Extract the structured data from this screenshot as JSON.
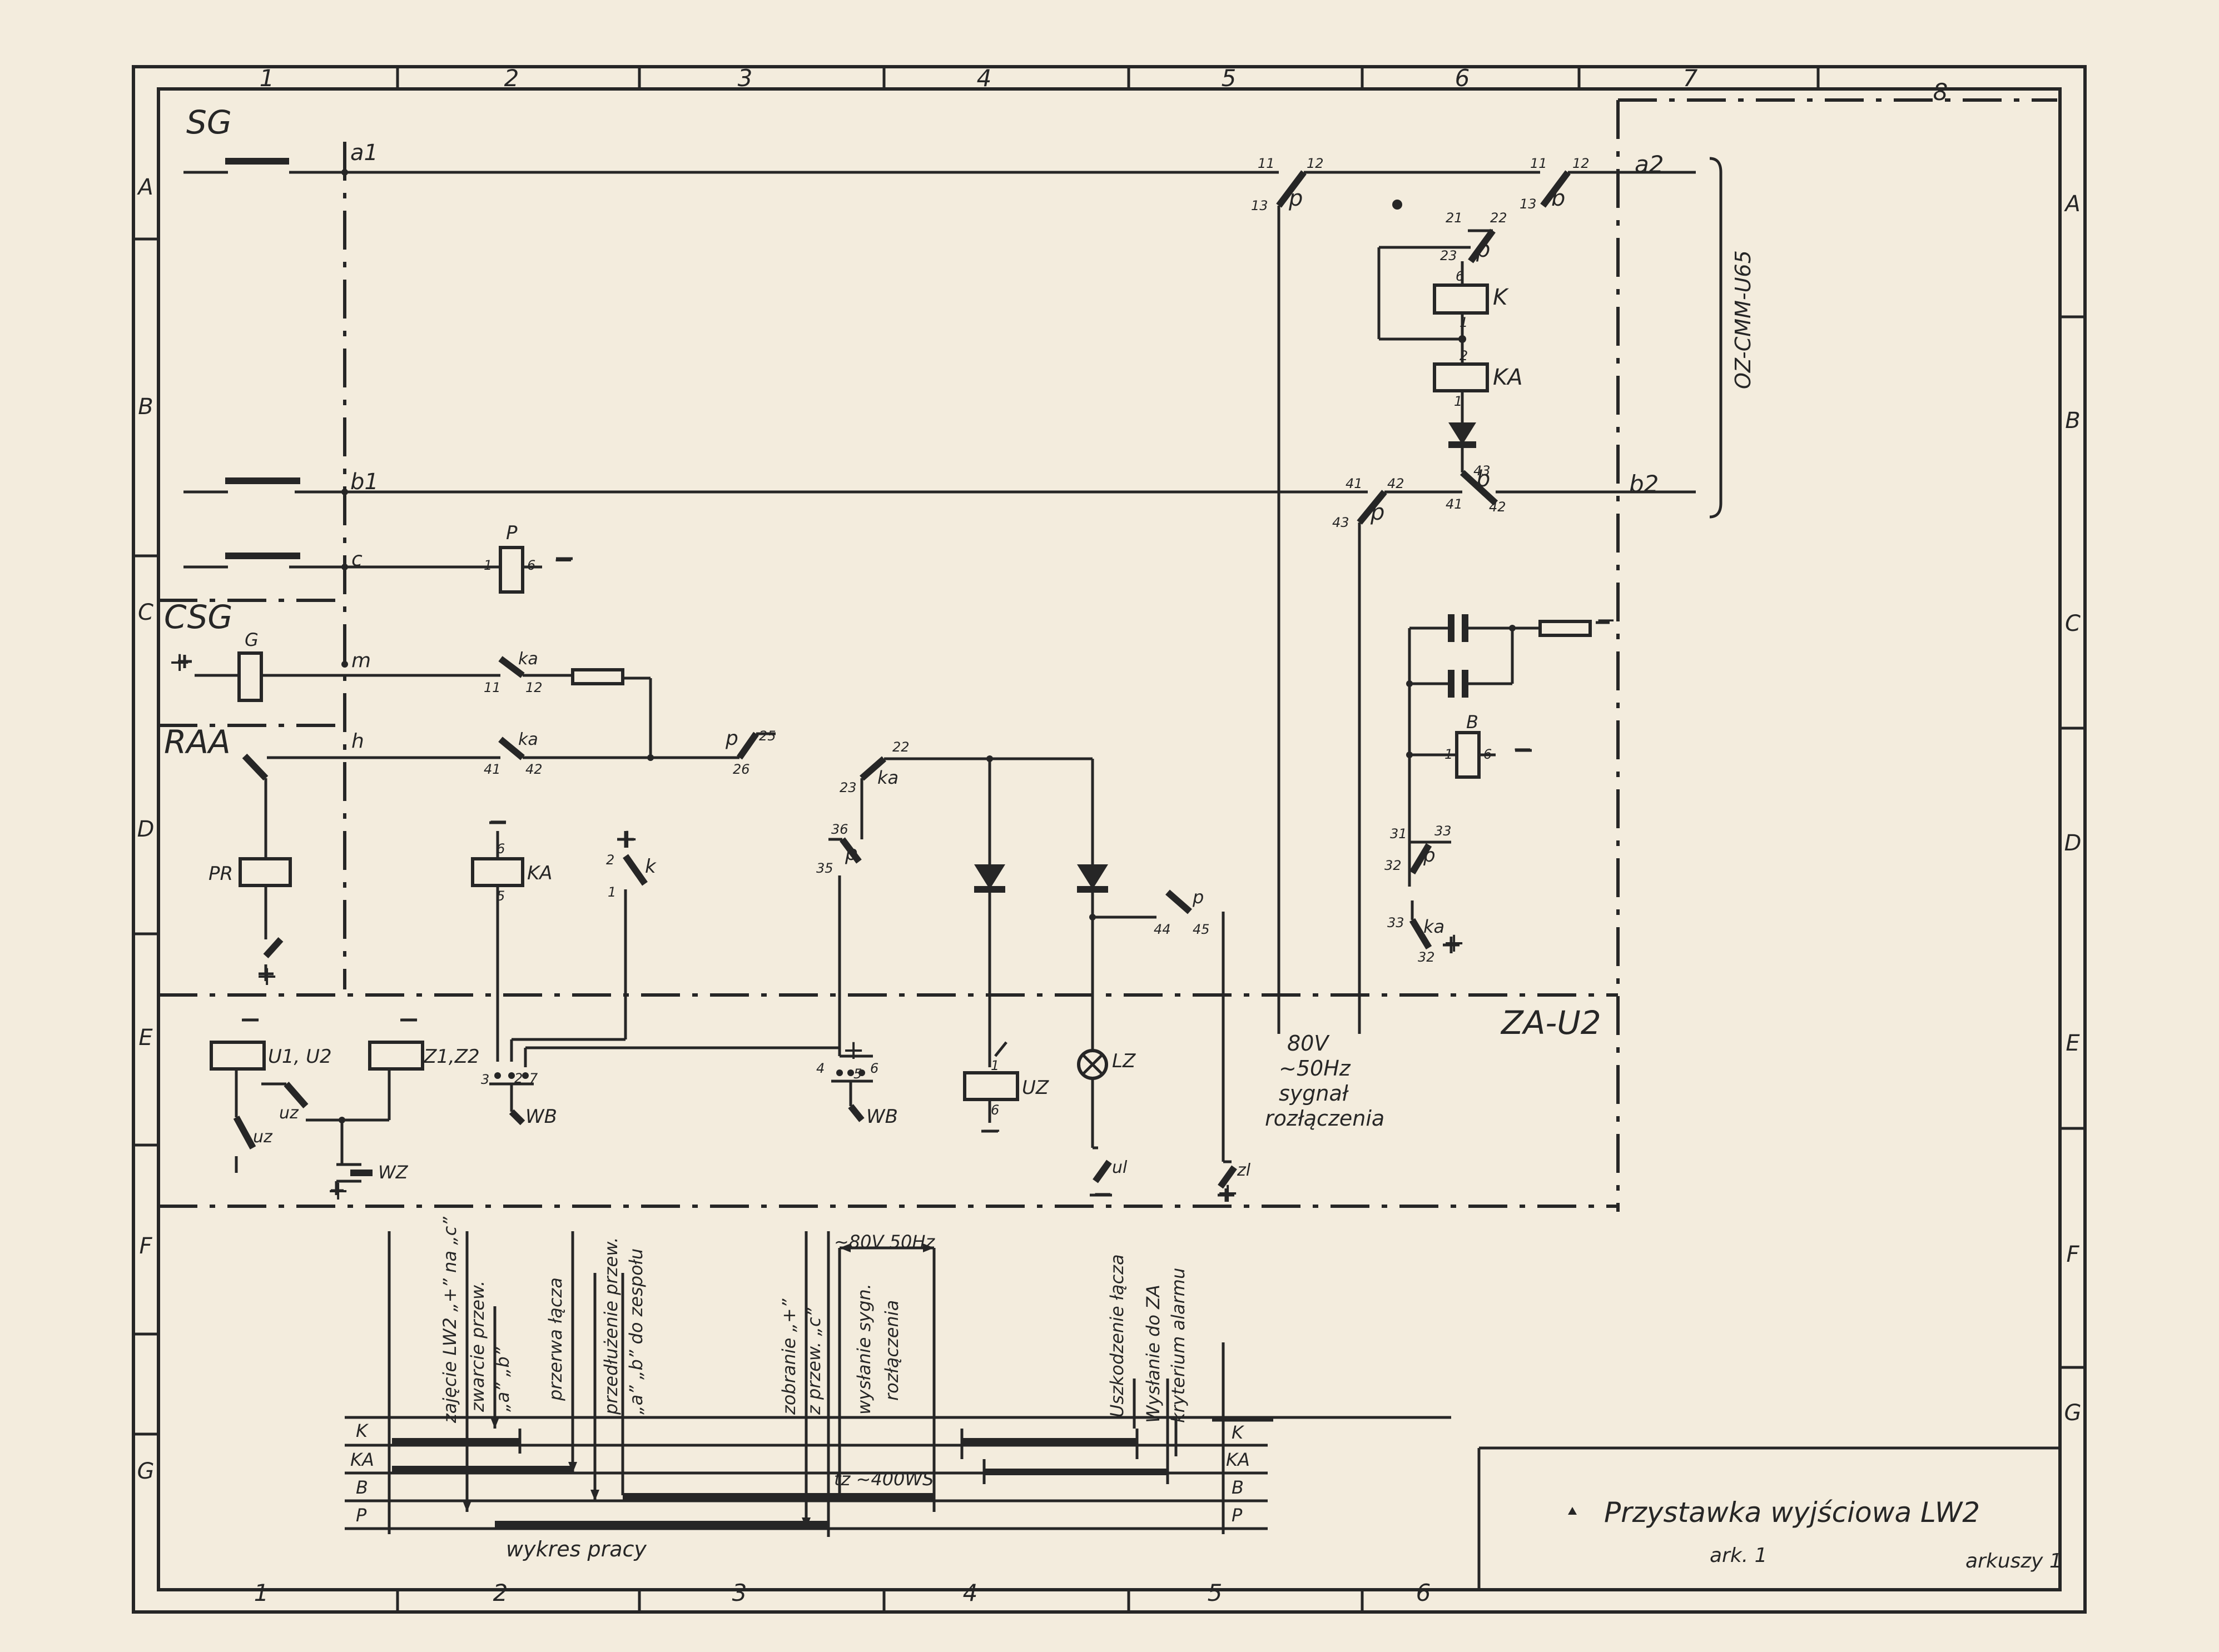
{
  "frame": {
    "columns_top": [
      "1",
      "2",
      "3",
      "4",
      "5",
      "6",
      "7",
      "8"
    ],
    "columns_bottom": [
      "1",
      "2",
      "3",
      "4",
      "5",
      "6"
    ],
    "rows_left": [
      "A",
      "B",
      "C",
      "D",
      "E",
      "F",
      "G"
    ],
    "rows_right": [
      "A",
      "B",
      "C",
      "D",
      "E",
      "F",
      "G"
    ]
  },
  "blocks": {
    "sg": "SG",
    "csg": "CSG",
    "raa": "RAA",
    "za_u2": "ZA-U2",
    "oz": "OZ-CMM-U65"
  },
  "terminals": {
    "a1": "a1",
    "b1": "b1",
    "c": "c",
    "m": "m",
    "h": "h",
    "a2": "a2",
    "b2": "b2"
  },
  "components": {
    "P": "P",
    "G": "G",
    "PR": "PR",
    "KA": "KA",
    "K": "K",
    "B": "B",
    "U1U2": "U1, U2",
    "Z1Z2": "Z1,Z2",
    "UZ": "UZ",
    "LZ": "LZ",
    "WB": "WB",
    "WZ": "WZ",
    "uz": "uz",
    "ul": "ul",
    "zl": "zl"
  },
  "contacts": {
    "p": "p",
    "b": "b",
    "ka": "ka",
    "k": "k",
    "n11": "11",
    "n12": "12",
    "n13": "13",
    "n21": "21",
    "n22": "22",
    "n23": "23",
    "n41": "41",
    "n42": "42",
    "n43": "43",
    "n25": "25",
    "n26": "26",
    "n35": "35",
    "n36": "36",
    "n44": "44",
    "n45": "45",
    "n31": "31",
    "n32": "32",
    "n33": "33",
    "n1": "1",
    "n2": "2",
    "n3": "3",
    "n4": "4",
    "n5": "5",
    "n6": "6",
    "n7": "7"
  },
  "signs": {
    "plus": "+",
    "minus": "−"
  },
  "signal": {
    "line1": "80V",
    "line2": "~50Hz",
    "line3": "sygnał",
    "line4": "rozłączenia"
  },
  "timing": {
    "rows": [
      "K",
      "KA",
      "B",
      "P"
    ],
    "labels": [
      "zajęcie LW2 „+” na „c”",
      "zwarcie przew.",
      "„a” „b”",
      "przerwa łącza",
      "przedłużenie przew.",
      "„a” „b” do zespołu",
      "zobranie „+”",
      "z przew. „c”",
      "wysłanie sygn.",
      "rozłączenia",
      "Uszkodzenie łącza",
      "Wysłanie do ZA",
      "kryterium alarmu"
    ],
    "voltage": "~80V 50Hz",
    "tz": "tz ~400WS",
    "caption": "wykres pracy"
  },
  "title_block": {
    "title": "Przystawka wyjściowa LW2",
    "sheet": "ark. 1",
    "sheets": "arkuszy 1"
  }
}
